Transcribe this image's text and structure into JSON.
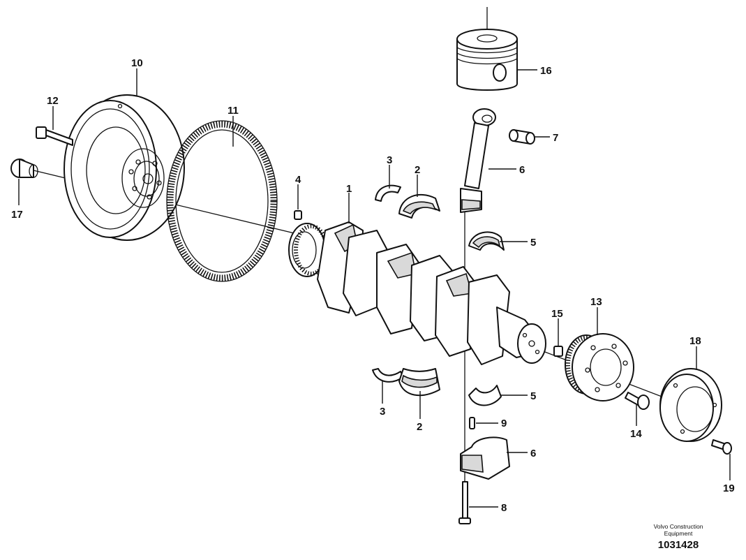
{
  "callouts": {
    "c1": "1",
    "c2a": "2",
    "c2b": "2",
    "c3a": "3",
    "c3b": "3",
    "c4": "4",
    "c5a": "5",
    "c5b": "5",
    "c6a": "6",
    "c6b": "6",
    "c7": "7",
    "c8": "8",
    "c9": "9",
    "c10": "10",
    "c11": "11",
    "c12": "12",
    "c13": "13",
    "c14": "14",
    "c15": "15",
    "c16": "16",
    "c17": "17",
    "c18": "18",
    "c19": "19"
  },
  "credit": {
    "line1": "Volvo Construction",
    "line2": "Equipment",
    "number": "1031428"
  }
}
